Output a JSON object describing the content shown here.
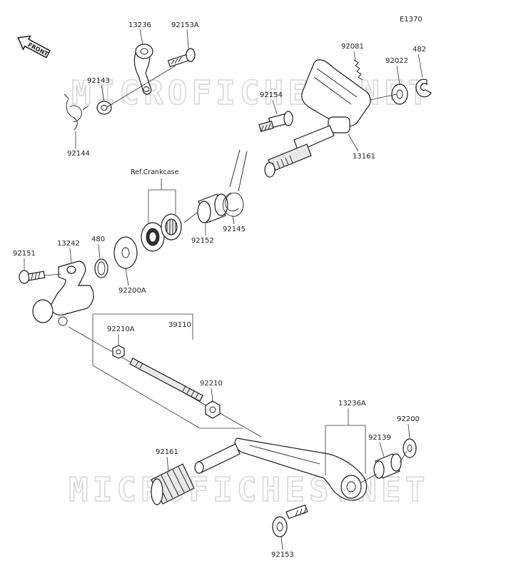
{
  "diagram": {
    "code": "E1370",
    "front_label": "FRONT",
    "watermark": "MICROFICHES.NET",
    "ref_label": "Ref.Crankcase",
    "parts": [
      {
        "id": "p13236",
        "label": "13236"
      },
      {
        "id": "p92153A",
        "label": "92153A"
      },
      {
        "id": "p92143",
        "label": "92143"
      },
      {
        "id": "p92144",
        "label": "92144"
      },
      {
        "id": "p92081",
        "label": "92081"
      },
      {
        "id": "p482",
        "label": "482"
      },
      {
        "id": "p92022",
        "label": "92022"
      },
      {
        "id": "p92154",
        "label": "92154"
      },
      {
        "id": "p13161",
        "label": "13161"
      },
      {
        "id": "p92152",
        "label": "92152"
      },
      {
        "id": "p92145",
        "label": "92145"
      },
      {
        "id": "p92151",
        "label": "92151"
      },
      {
        "id": "p13242",
        "label": "13242"
      },
      {
        "id": "p480",
        "label": "480"
      },
      {
        "id": "p92200A",
        "label": "92200A"
      },
      {
        "id": "p92210A",
        "label": "92210A"
      },
      {
        "id": "p39110",
        "label": "39110"
      },
      {
        "id": "p92210",
        "label": "92210"
      },
      {
        "id": "p13236A",
        "label": "13236A"
      },
      {
        "id": "p92200",
        "label": "92200"
      },
      {
        "id": "p92139",
        "label": "92139"
      },
      {
        "id": "p92161",
        "label": "92161"
      },
      {
        "id": "p92153",
        "label": "92153"
      }
    ]
  }
}
